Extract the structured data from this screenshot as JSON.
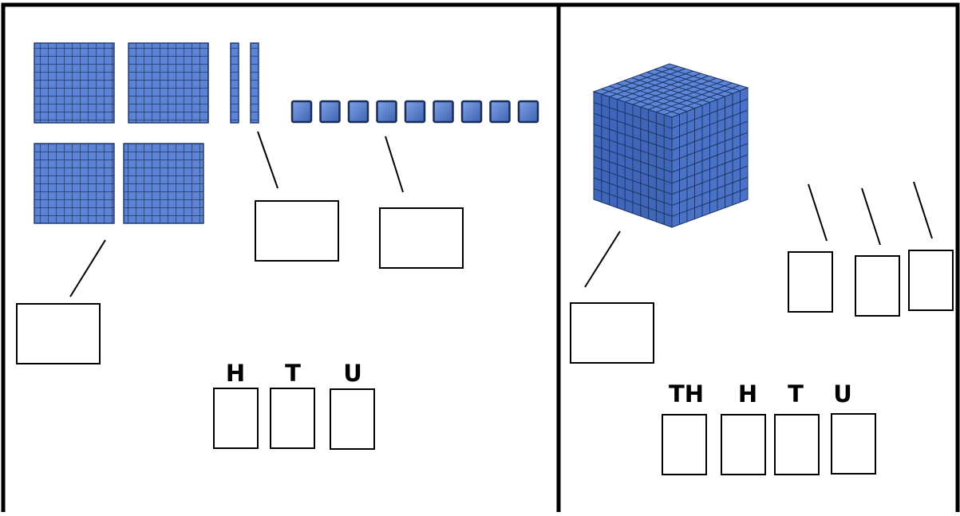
{
  "colors": {
    "block_fill": "#5b84d6",
    "block_grid": "#1d3566",
    "cube_top": "#5e86d8",
    "cube_left": "#3f66b8",
    "cube_right": "#4a72c6",
    "frame": "#000000"
  },
  "left_panel": {
    "hundreds_blocks": 4,
    "tens_rods": 2,
    "unit_cubes": 9,
    "column_headers": [
      "H",
      "T",
      "U"
    ]
  },
  "right_panel": {
    "thousand_cubes": 1,
    "column_headers": [
      "TH",
      "H",
      "T",
      "U"
    ]
  }
}
